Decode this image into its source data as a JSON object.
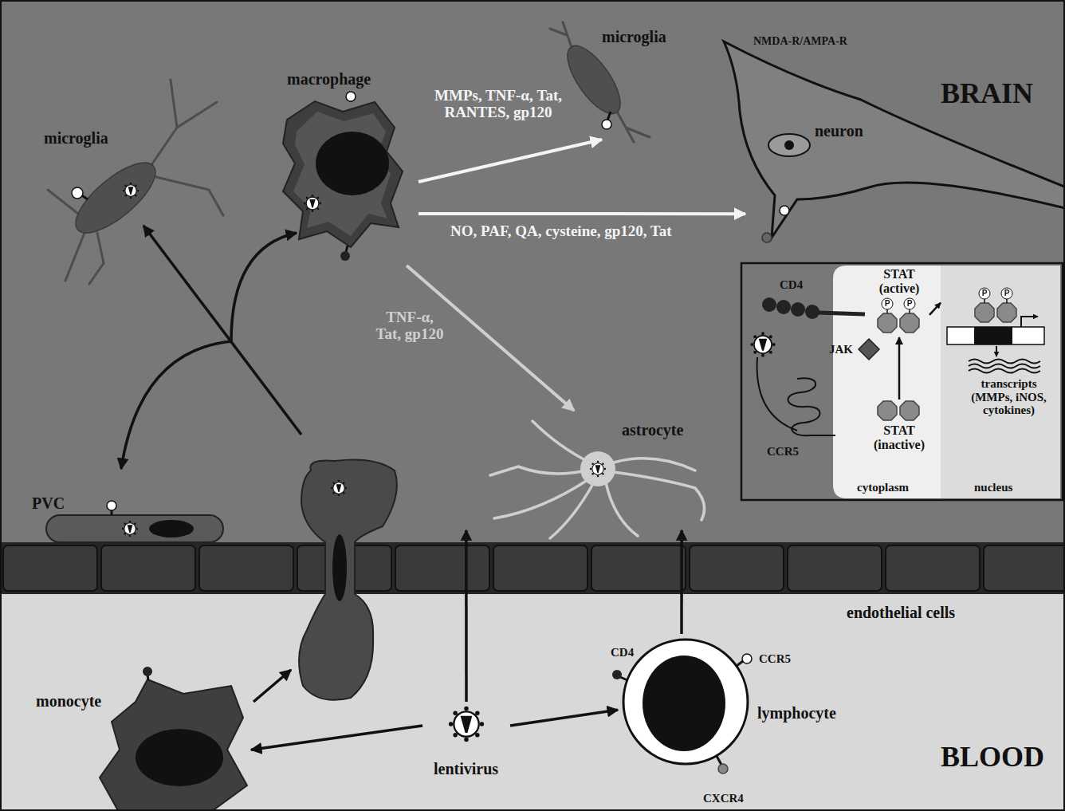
{
  "diagram": {
    "nodes": [
      {
        "text": [
          "microglia"
        ]
      },
      {
        "text": [
          "macrophage"
        ]
      },
      {
        "text": [
          "microglia"
        ]
      },
      {
        "text": [
          "neuron"
        ]
      },
      {
        "text": [
          "PVC"
        ]
      },
      {
        "text": [
          "astrocyte"
        ]
      },
      {
        "text": [
          "monocyte"
        ]
      },
      {
        "text": [
          "lentivirus"
        ]
      },
      {
        "text": [
          "lymphocyte"
        ]
      },
      {
        "text": [
          "cytoplasm"
        ]
      },
      {
        "text": [
          "STAT (active)"
        ],
        "in": 9
      },
      {
        "text": [
          "STAT (inactive)"
        ],
        "in": 9
      },
      {
        "text": [
          "nucleus"
        ]
      },
      {
        "text": [
          "transcripts (MMPs, iNOS, cytokines)"
        ],
        "in": 12
      }
    ],
    "edges": [
      {
        "from": 1,
        "to": 2,
        "arrow": "to",
        "label": "MMPs, TNF-α, Tat, RANTES, gp120"
      },
      {
        "from": 1,
        "to": 3,
        "arrow": "to",
        "label": "NO, PAF, QA, cysteine, gp120, Tat"
      },
      {
        "from": 1,
        "to": 5,
        "arrow": "to",
        "label": "TNF-α, Tat, gp120"
      },
      {
        "from": 7,
        "to": 6,
        "arrow": "to"
      },
      {
        "from": 7,
        "to": 8,
        "arrow": "to"
      },
      {
        "from": 7,
        "to": 5,
        "arrow": "to"
      },
      {
        "from": 8,
        "to": 5,
        "arrow": "to"
      },
      {
        "from": 11,
        "to": 10,
        "arrow": "to"
      },
      {
        "from": 10,
        "to": 12,
        "arrow": "to"
      }
    ],
    "labels": [
      "BRAIN",
      "BLOOD",
      "NMDA-R/AMPA-R",
      "endothelial cells",
      "CD4",
      "CCR5",
      "CXCR4",
      "CD4",
      "JAK",
      "CCR5",
      "P",
      "P",
      "P",
      "P"
    ]
  }
}
